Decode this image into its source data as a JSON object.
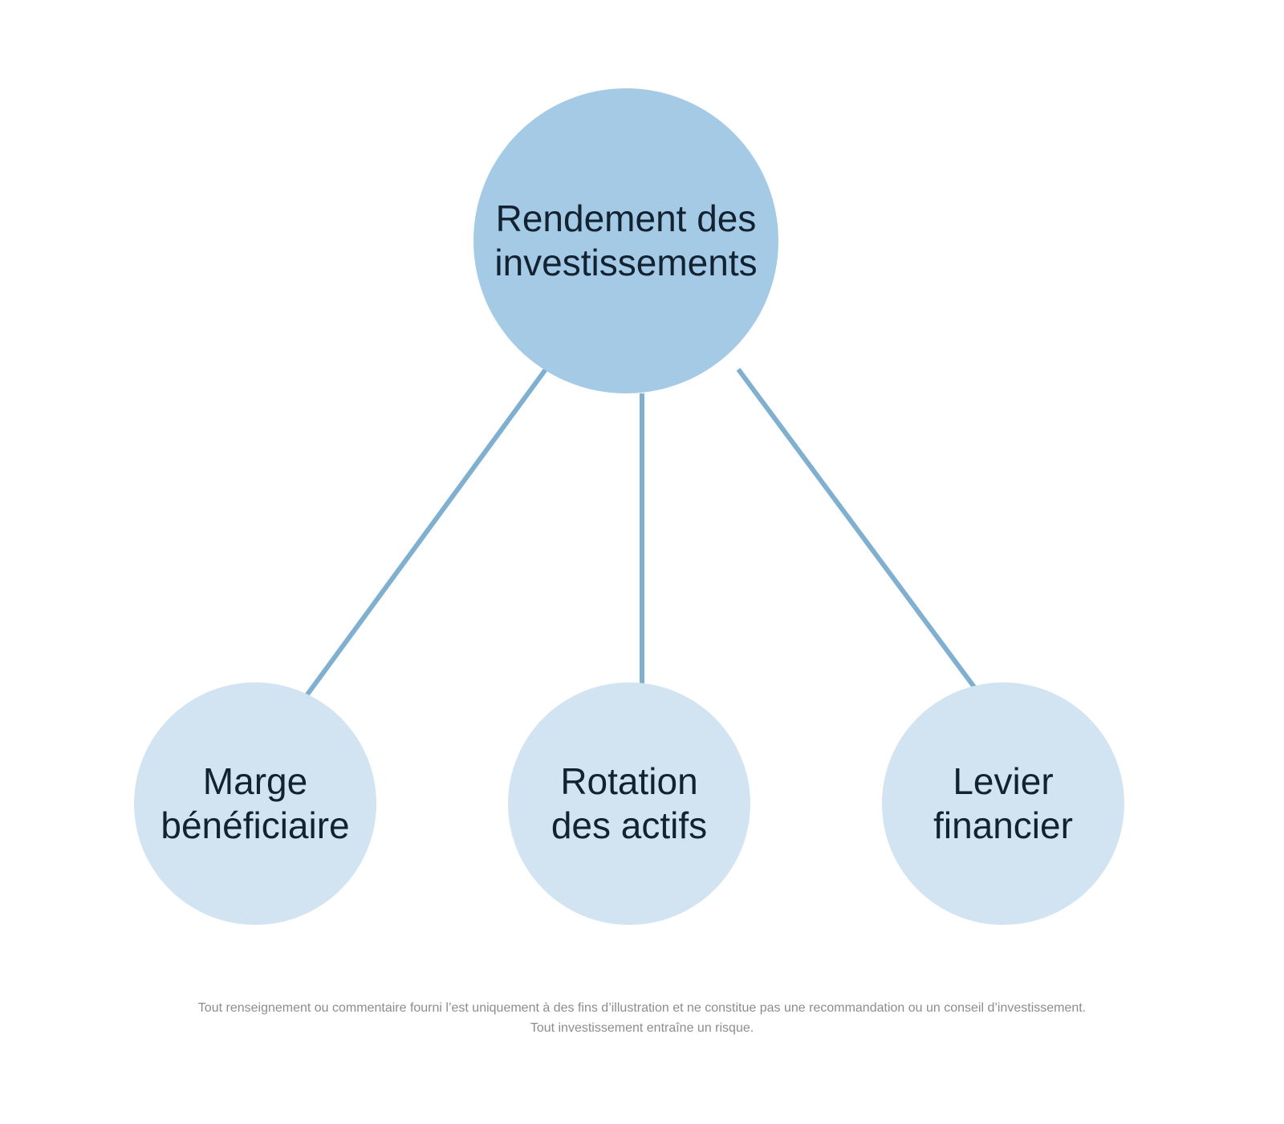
{
  "diagram": {
    "root": {
      "line1": "Rendement des",
      "line2": "investissements",
      "color": "#a4cae6"
    },
    "children": [
      {
        "line1": "Marge",
        "line2": "bénéficiaire"
      },
      {
        "line1": "Rotation",
        "line2": "des actifs"
      },
      {
        "line1": "Levier",
        "line2": "financier"
      }
    ],
    "child_color": "#d2e4f2",
    "connector_color": "#7fb0d0",
    "text_color": "#132230"
  },
  "footer": {
    "line1": "Tout renseignement ou commentaire fourni l’est uniquement à des fins d’illustration et ne constitue pas une recommandation ou un conseil d’investissement.",
    "line2": "Tout investissement entraîne un risque."
  }
}
